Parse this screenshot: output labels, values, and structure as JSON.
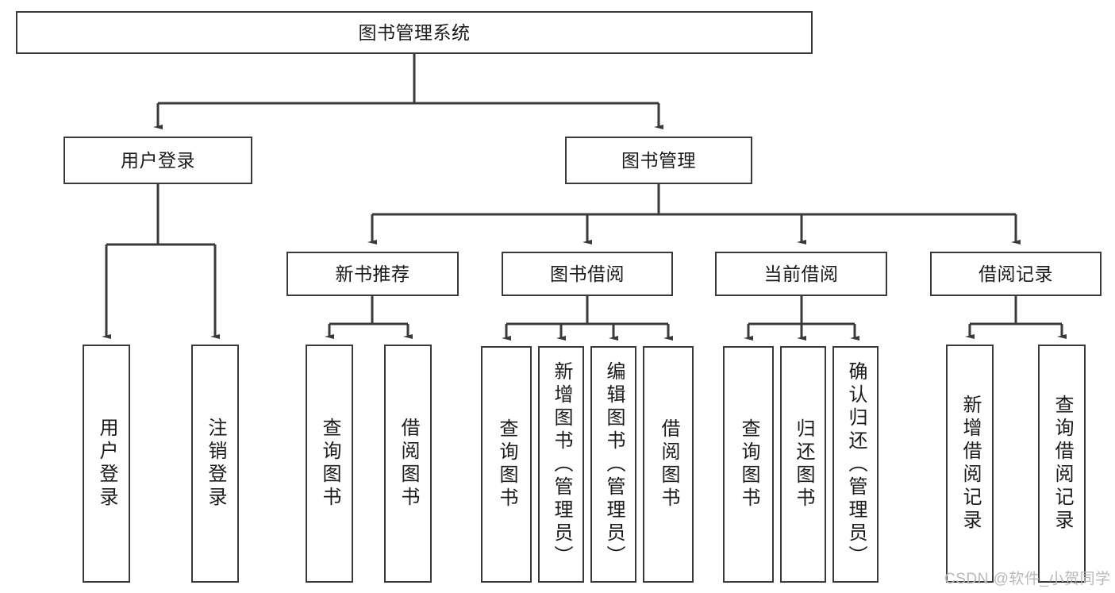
{
  "diagram": {
    "title_node": {
      "label": "图书管理系统"
    },
    "level2": [
      {
        "id": "user-login",
        "label": "用户登录"
      },
      {
        "id": "book-management",
        "label": "图书管理"
      }
    ],
    "level3": [
      {
        "id": "new-book-recommendation",
        "label": "新书推荐"
      },
      {
        "id": "book-borrow",
        "label": "图书借阅"
      },
      {
        "id": "current-borrow",
        "label": "当前借阅"
      },
      {
        "id": "borrow-record",
        "label": "借阅记录"
      }
    ],
    "leaves": {
      "user_login": [
        {
          "id": "leaf-user-login",
          "label": "用户登录"
        },
        {
          "id": "leaf-logout-login",
          "label": "注销登录"
        }
      ],
      "new_book_recommendation": [
        {
          "id": "leaf-query-book-1",
          "label": "查询图书"
        },
        {
          "id": "leaf-borrow-book-1",
          "label": "借阅图书"
        }
      ],
      "book_borrow": [
        {
          "id": "leaf-query-book-2",
          "label": "查询图书"
        },
        {
          "id": "leaf-add-book",
          "label": "新增图书（管理员）"
        },
        {
          "id": "leaf-edit-book",
          "label": "编辑图书（管理员）"
        },
        {
          "id": "leaf-borrow-book-2",
          "label": "借阅图书"
        }
      ],
      "current_borrow": [
        {
          "id": "leaf-query-book-3",
          "label": "查询图书"
        },
        {
          "id": "leaf-return-book",
          "label": "归还图书"
        },
        {
          "id": "leaf-confirm-return",
          "label": "确认归还（管理员）"
        }
      ],
      "borrow_record": [
        {
          "id": "leaf-add-borrow-record",
          "label": "新增借阅记录"
        },
        {
          "id": "leaf-query-borrow-record",
          "label": "查询借阅记录"
        }
      ]
    }
  },
  "watermark": {
    "text": "CSDN @软件_小贺同学"
  },
  "colors": {
    "stroke": "#3a3a3a",
    "text": "#1a1a1a",
    "background": "#ffffff",
    "watermark": "#b9b9b9"
  }
}
